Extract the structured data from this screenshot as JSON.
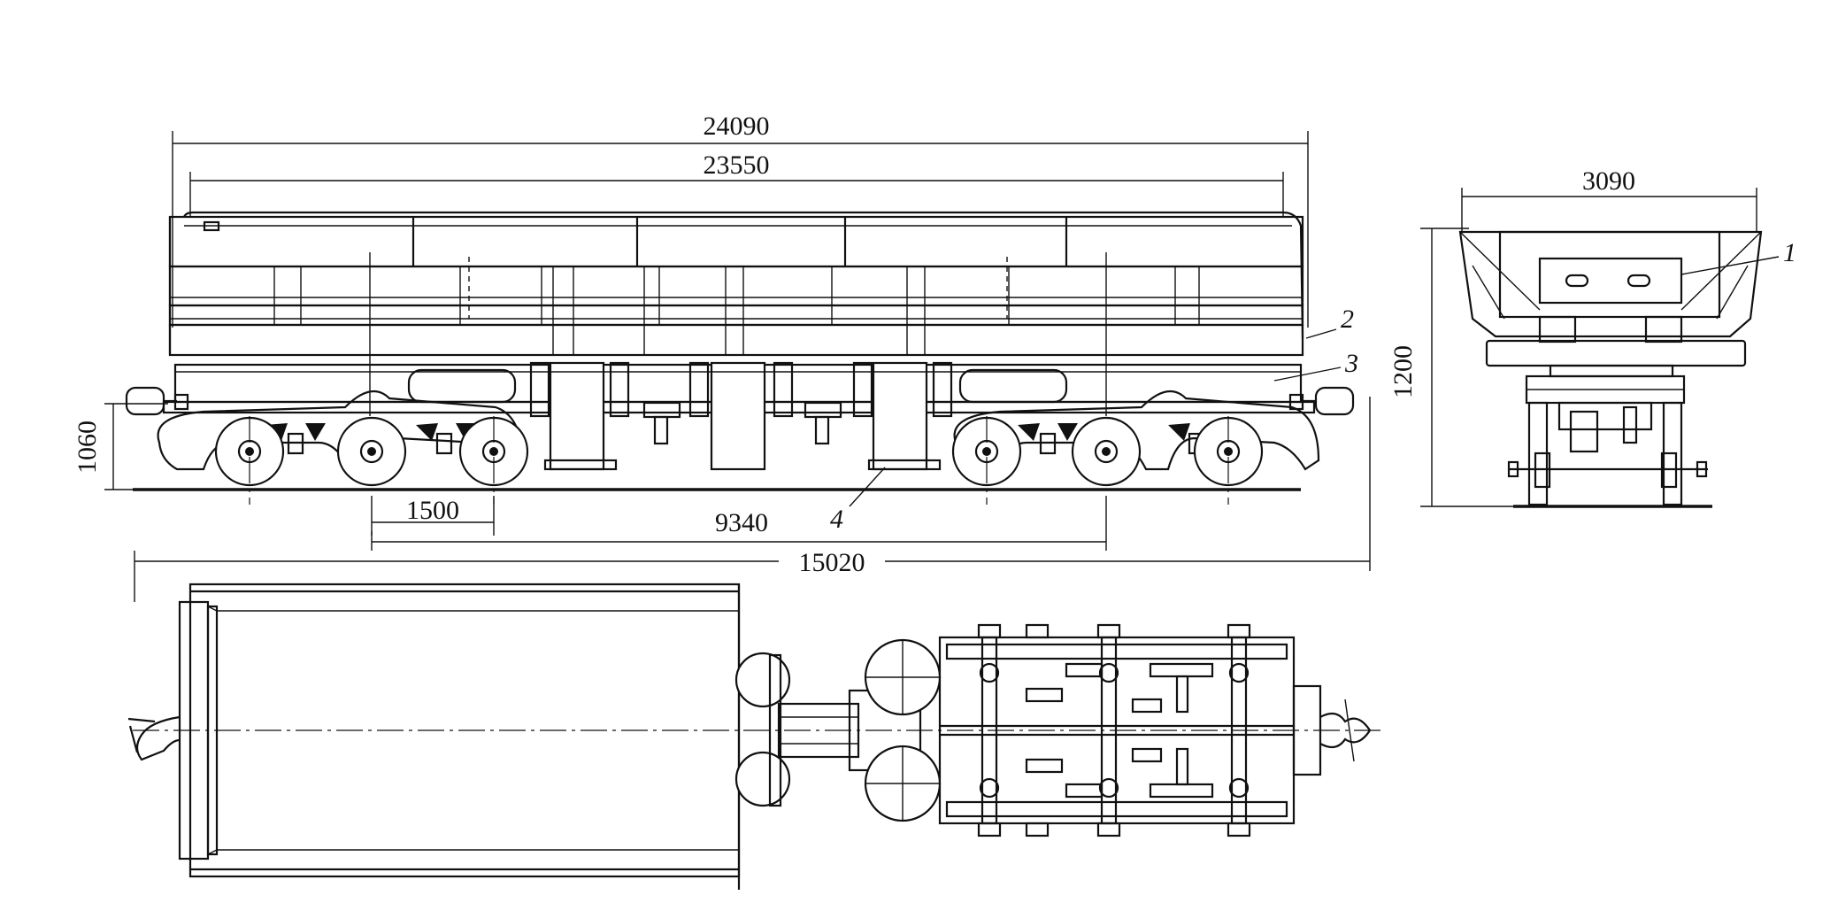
{
  "dimensions": {
    "overall_length": "24090",
    "body_length": "23550",
    "end_width": "3090",
    "end_height": "1200",
    "coupler_height": "1060",
    "axle_spacing": "1500",
    "bogie_spacing": "9340",
    "layout_length": "15020"
  },
  "callouts": {
    "c1": "1",
    "c2": "2",
    "c3": "3",
    "c4": "4"
  },
  "colors": {
    "line": "#111111",
    "background": "#ffffff"
  }
}
